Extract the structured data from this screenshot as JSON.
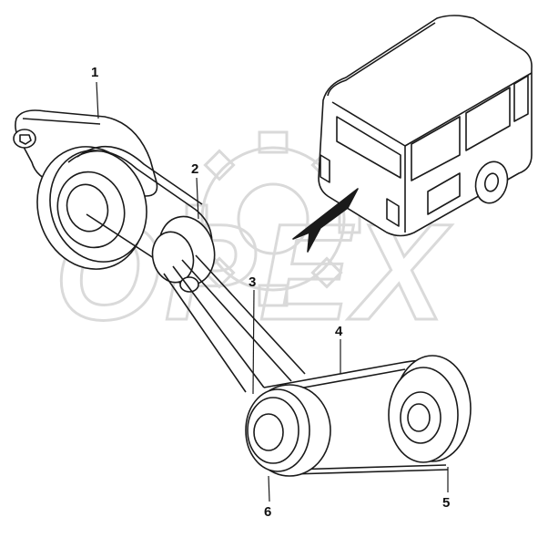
{
  "watermark": {
    "text": "OPEX"
  },
  "callouts": [
    {
      "id": "1",
      "label": "1"
    },
    {
      "id": "2",
      "label": "2"
    },
    {
      "id": "3",
      "label": "3"
    },
    {
      "id": "4",
      "label": "4"
    },
    {
      "id": "5",
      "label": "5"
    },
    {
      "id": "6",
      "label": "6"
    }
  ],
  "colors": {
    "line": "#1a1a1a",
    "watermark": "#e6e6e6",
    "fill": "#ffffff"
  }
}
